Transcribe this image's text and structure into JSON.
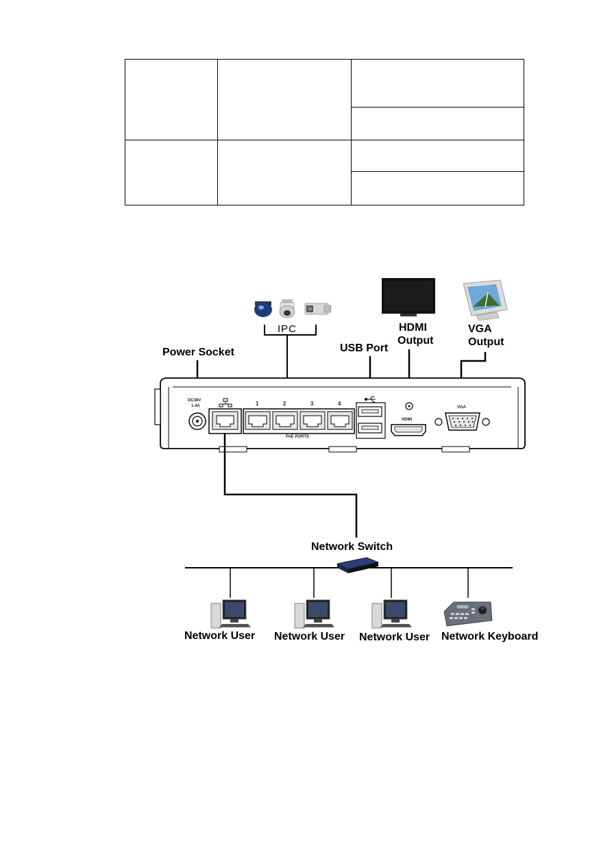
{
  "table": {
    "rows": [
      {
        "col1": "",
        "col2": "",
        "col3a": "",
        "col3b": ""
      },
      {
        "col1": "",
        "col2": "",
        "col3a": "",
        "col3b": ""
      }
    ]
  },
  "diagram": {
    "ipc_label": "IPC",
    "power_socket": "Power Socket",
    "usb_port": "USB Port",
    "hdmi_output_line1": "HDMI",
    "hdmi_output_line2": "Output",
    "vga_output_line1": "VGA",
    "vga_output_line2": "Output",
    "network_switch": "Network Switch",
    "network_user_1": "Network User",
    "network_user_2": "Network User",
    "network_user_3": "Network User",
    "network_keyboard": "Network Keyboard",
    "panel": {
      "dc_label_line1": "DC48V",
      "dc_label_line2": "1.4A",
      "port_1": "1",
      "port_2": "2",
      "port_3": "3",
      "port_4": "4",
      "poe_ports": "PoE PORTS",
      "vga_port_label": "VGA",
      "hdmi_port_label": "HDMI"
    }
  },
  "colors": {
    "line": "#000000",
    "panel_fill": "#ffffff",
    "port_fill": "#e6e6e6"
  }
}
